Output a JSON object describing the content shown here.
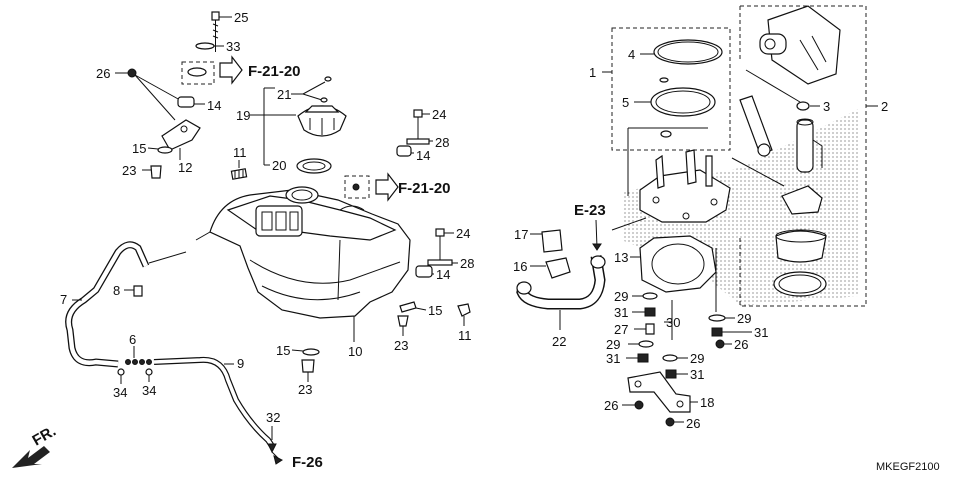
{
  "diagram": {
    "code": "MKEGF2100",
    "refs": {
      "f2120_a": "F-21-20",
      "f2120_b": "F-21-20",
      "e23": "E-23",
      "f26": "F-26",
      "fr": "FR."
    },
    "callouts": {
      "p25": "25",
      "p33": "33",
      "p26a": "26",
      "p14a": "14",
      "p15a": "15",
      "p12": "12",
      "p23a": "23",
      "p21": "21",
      "p19": "19",
      "p11a": "11",
      "p20": "20",
      "p7": "7",
      "p8": "8",
      "p6": "6",
      "p34a": "34",
      "p34b": "34",
      "p9": "9",
      "p32": "32",
      "p24a": "24",
      "p28a": "28",
      "p14b": "14",
      "p24b": "24",
      "p28b": "28",
      "p14c": "14",
      "p15b": "15",
      "p23b": "23",
      "p11b": "11",
      "p10": "10",
      "p15c": "15",
      "p23c": "23",
      "p1": "1",
      "p4": "4",
      "p5": "5",
      "p2": "2",
      "p3": "3",
      "p17": "17",
      "p16": "16",
      "p22": "22",
      "p13": "13",
      "p29a": "29",
      "p31a": "31",
      "p27": "27",
      "p30": "30",
      "p29b": "29",
      "p31b": "31",
      "p29c": "29",
      "p31c": "31",
      "p26b": "26",
      "p29d": "29",
      "p31d": "31",
      "p26c": "26",
      "p18": "18",
      "p26d": "26"
    }
  }
}
